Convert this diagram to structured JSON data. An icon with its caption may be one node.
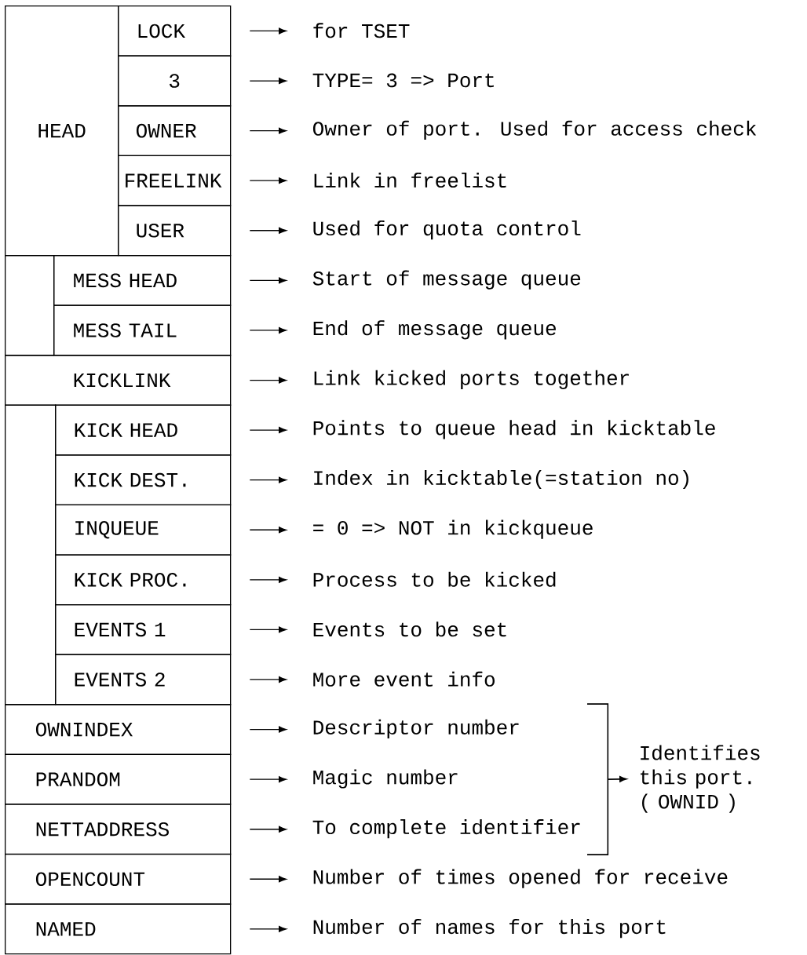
{
  "diagram": {
    "nodes": [
      {
        "text": [
          "HEAD"
        ]
      },
      {
        "text": [
          "LOCK"
        ]
      },
      {
        "text": [
          "for TSET"
        ]
      },
      {
        "text": [
          "3"
        ]
      },
      {
        "text": [
          "TYPE= 3 => Port"
        ]
      },
      {
        "text": [
          "OWNER"
        ]
      },
      {
        "text": [
          "Owner of port. Used for access check"
        ]
      },
      {
        "text": [
          "FREELINK"
        ]
      },
      {
        "text": [
          "Link in freelist"
        ]
      },
      {
        "text": [
          "USER"
        ]
      },
      {
        "text": [
          "Used for quota control"
        ]
      },
      {
        "text": [],
        "shape": "box"
      },
      {
        "text": [
          "MESS HEAD"
        ]
      },
      {
        "text": [
          "Start of message queue"
        ]
      },
      {
        "text": [
          "MESS TAIL"
        ]
      },
      {
        "text": [
          "End of message queue"
        ]
      },
      {
        "text": [
          "KICKLINK"
        ]
      },
      {
        "text": [
          "Link kicked ports together"
        ]
      },
      {
        "text": [],
        "shape": "box"
      },
      {
        "text": [
          "KICK HEAD"
        ]
      },
      {
        "text": [
          "Points to queue head in kicktable"
        ]
      },
      {
        "text": [
          "KICK DEST."
        ]
      },
      {
        "text": [
          "Index in kicktable(=station no)"
        ]
      },
      {
        "text": [
          "INQUEUE"
        ]
      },
      {
        "text": [
          "= 0 => NOT in kickqueue"
        ]
      },
      {
        "text": [
          "KICK PROC."
        ]
      },
      {
        "text": [
          "Process to be kicked"
        ]
      },
      {
        "text": [
          "EVENTS 1"
        ]
      },
      {
        "text": [
          "Events to be set"
        ]
      },
      {
        "text": [
          "EVENTS 2"
        ]
      },
      {
        "text": [
          "More event info"
        ]
      },
      {
        "text": [
          "OWNINDEX"
        ]
      },
      {
        "text": [
          "Descriptor number"
        ]
      },
      {
        "text": [
          "PRANDOM"
        ]
      },
      {
        "text": [
          "Magic number"
        ]
      },
      {
        "text": [
          "NETTADDRESS"
        ]
      },
      {
        "text": [
          "To complete identifier"
        ]
      },
      {
        "text": [],
        "shape": "bracket"
      },
      {
        "text": [
          "Identifies this port. ( OWNID )"
        ]
      },
      {
        "text": [
          "OPENCOUNT"
        ]
      },
      {
        "text": [
          "Number of times opened for receive"
        ]
      },
      {
        "text": [
          "NAMED"
        ]
      },
      {
        "text": [
          "Number of names for this port"
        ]
      }
    ],
    "edges": [
      {
        "from": 1,
        "to": 2,
        "arrow": "to"
      },
      {
        "from": 3,
        "to": 4,
        "arrow": "to"
      },
      {
        "from": 5,
        "to": 6,
        "arrow": "to"
      },
      {
        "from": 7,
        "to": 8,
        "arrow": "to"
      },
      {
        "from": 9,
        "to": 10,
        "arrow": "to"
      },
      {
        "from": 12,
        "to": 13,
        "arrow": "to"
      },
      {
        "from": 14,
        "to": 15,
        "arrow": "to"
      },
      {
        "from": 16,
        "to": 17,
        "arrow": "to"
      },
      {
        "from": 19,
        "to": 20,
        "arrow": "to"
      },
      {
        "from": 21,
        "to": 22,
        "arrow": "to"
      },
      {
        "from": 23,
        "to": 24,
        "arrow": "to"
      },
      {
        "from": 25,
        "to": 26,
        "arrow": "to"
      },
      {
        "from": 27,
        "to": 28,
        "arrow": "to"
      },
      {
        "from": 29,
        "to": 30,
        "arrow": "to"
      },
      {
        "from": 31,
        "to": 32,
        "arrow": "to"
      },
      {
        "from": 33,
        "to": 34,
        "arrow": "to"
      },
      {
        "from": 35,
        "to": 36,
        "arrow": "to"
      },
      {
        "from": 37,
        "to": 38,
        "arrow": "to"
      },
      {
        "from": 39,
        "to": 40,
        "arrow": "to"
      },
      {
        "from": 41,
        "to": 42,
        "arrow": "to"
      }
    ]
  }
}
